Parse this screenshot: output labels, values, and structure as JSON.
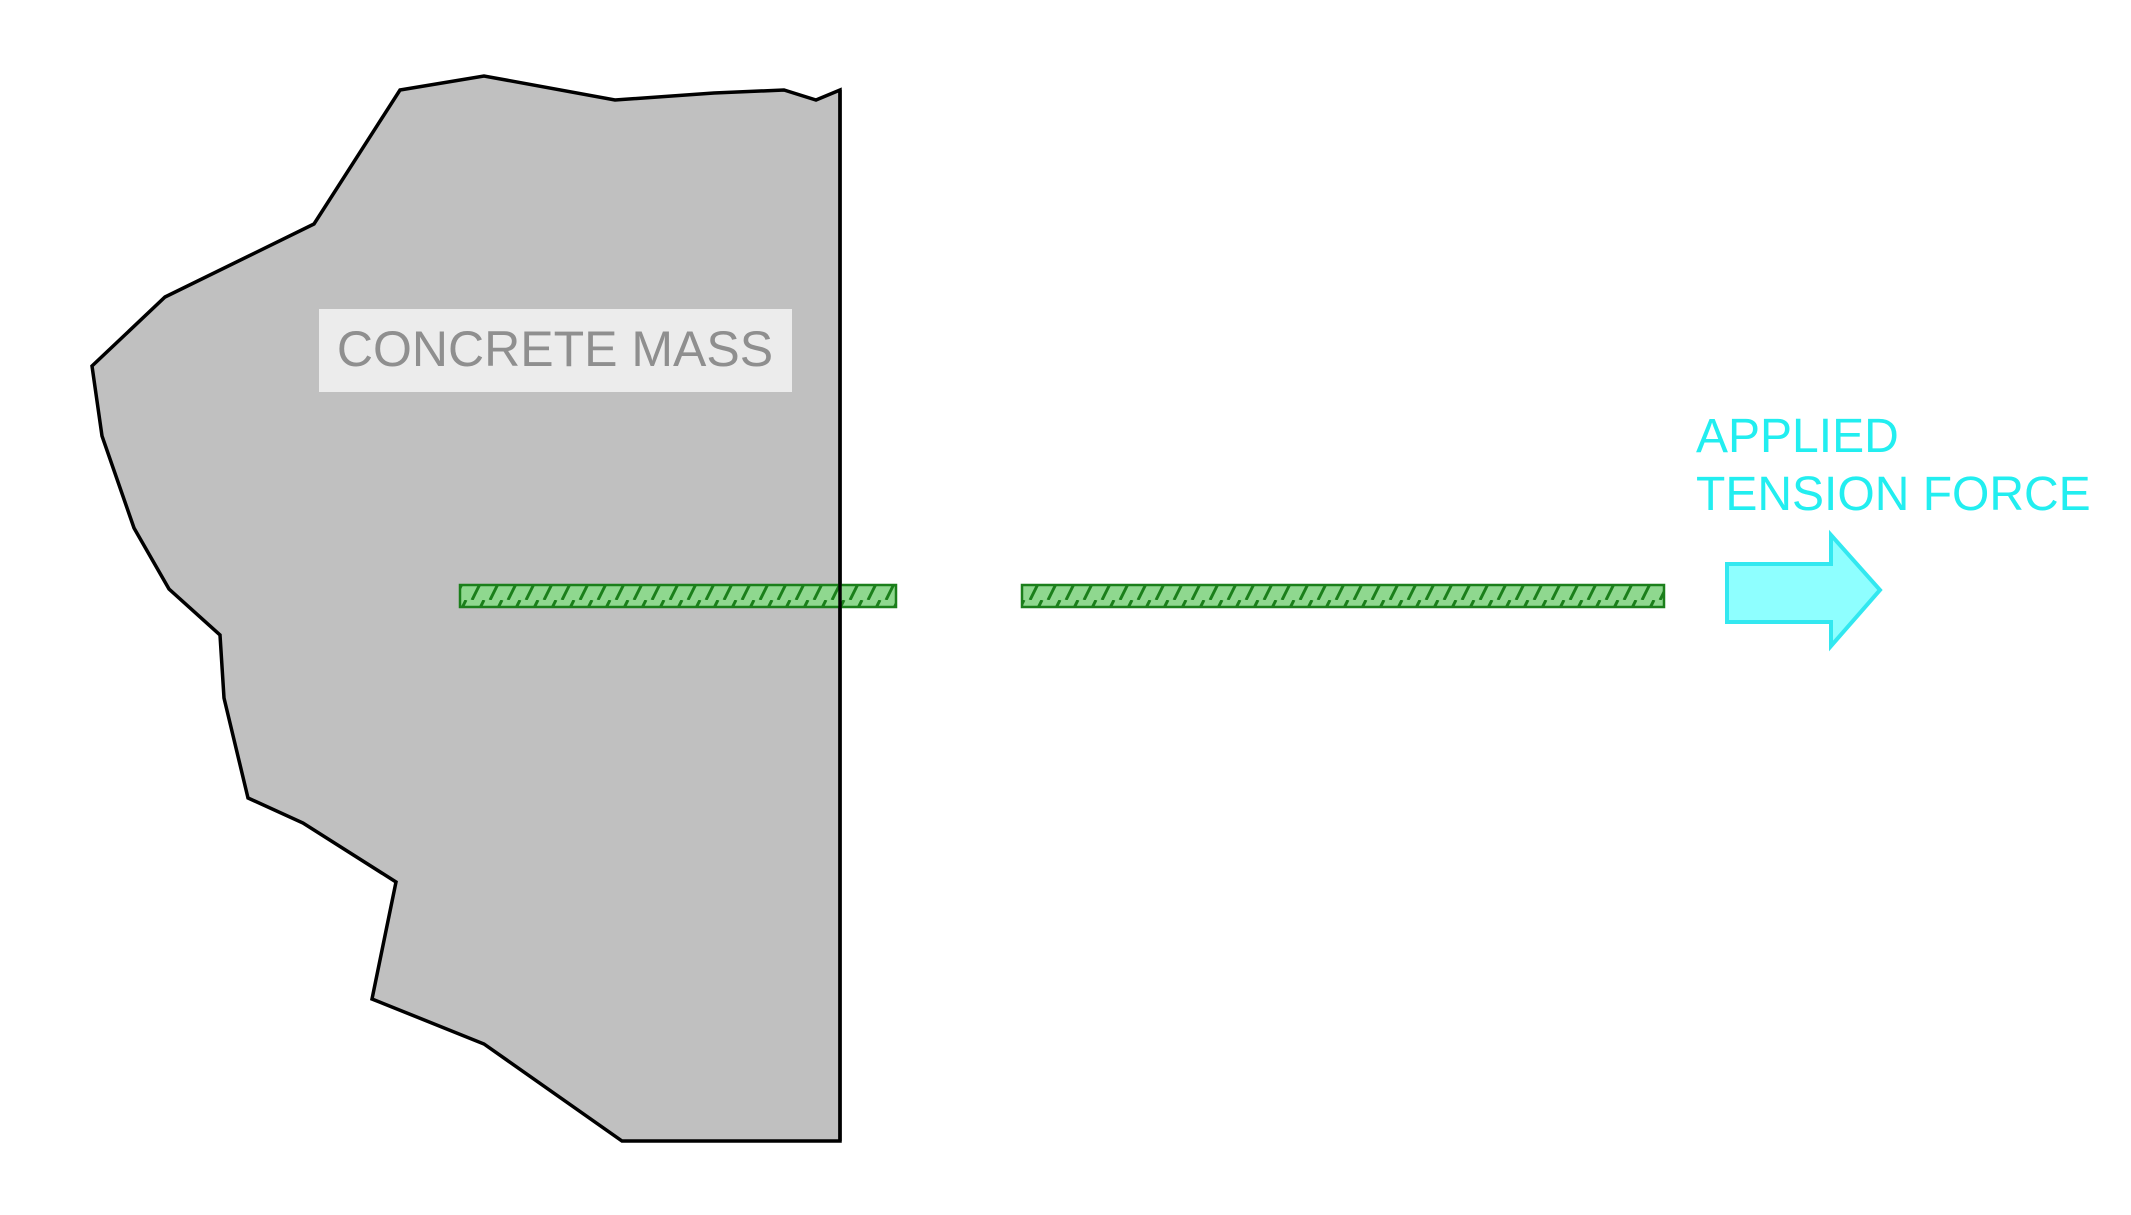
{
  "labels": {
    "concrete": "CONCRETE MASS",
    "force_line1": "APPLIED",
    "force_line2": "TENSION FORCE"
  },
  "colors": {
    "concrete_fill": "#c0c0c0",
    "concrete_outline": "#000000",
    "label_box": "#ececec",
    "label_text": "#8f8f8f",
    "rebar_fill": "#8fd88f",
    "rebar_stroke": "#1b7f1b",
    "arrow_fill": "#8effff",
    "arrow_stroke": "#33e8f0",
    "force_text": "#22eef0"
  },
  "icons": {
    "arrow": "right-arrow-icon"
  }
}
